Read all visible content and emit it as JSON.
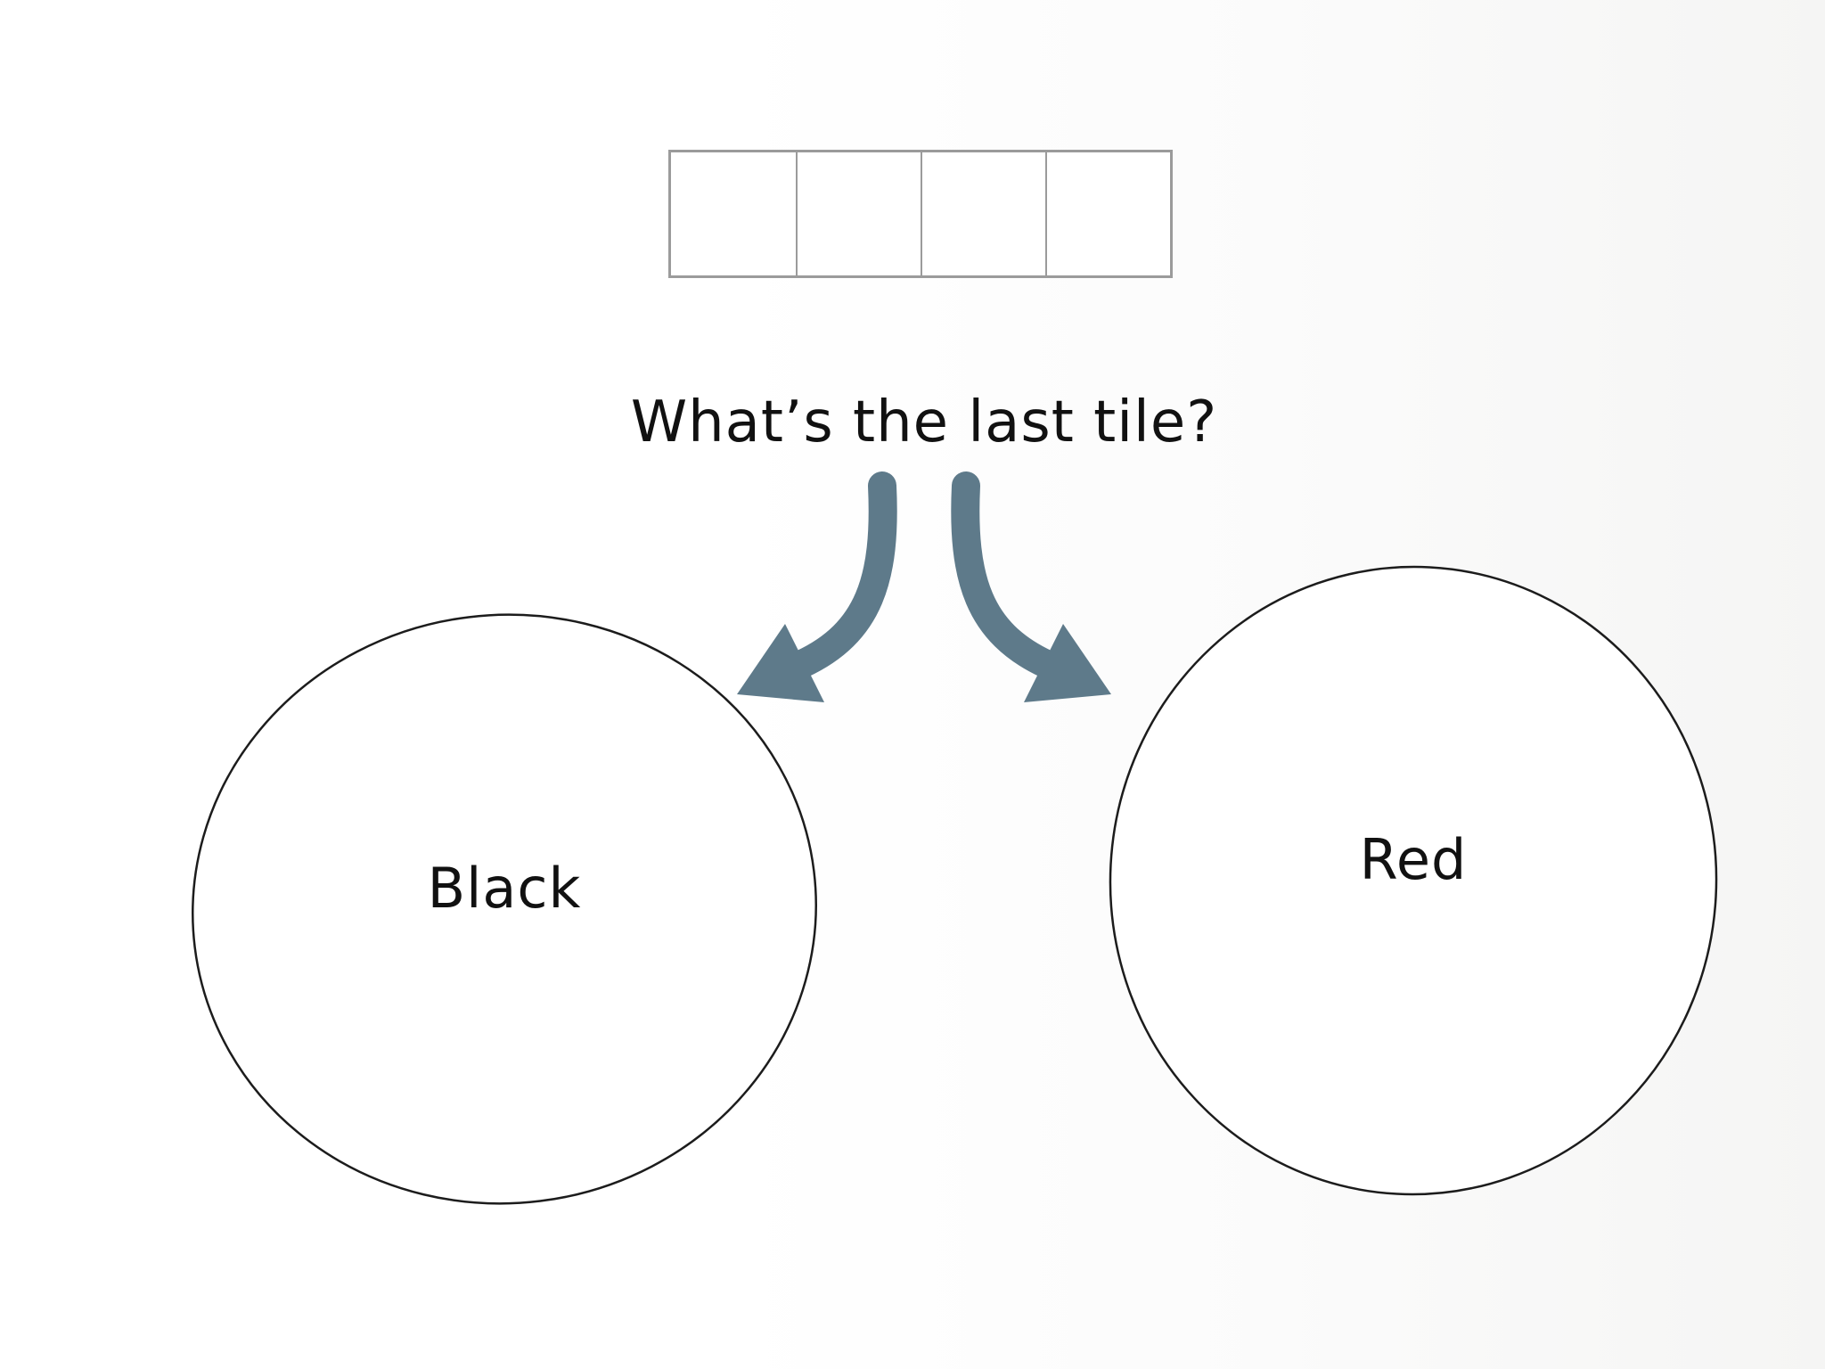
{
  "question": {
    "text": "What’s the last tile?"
  },
  "tile_row": {
    "tile_count": 4
  },
  "options": {
    "left": {
      "label": "Black"
    },
    "right": {
      "label": "Red"
    }
  },
  "icons": {
    "left_arrow": "curved-arrow-down-left",
    "right_arrow": "curved-arrow-down-right"
  },
  "colors": {
    "arrow": "#5e7a8a",
    "tileBorder": "#9b9b9b",
    "ellipseStroke": "#1c1c1c",
    "text": "#111111",
    "background": "#ffffff"
  }
}
